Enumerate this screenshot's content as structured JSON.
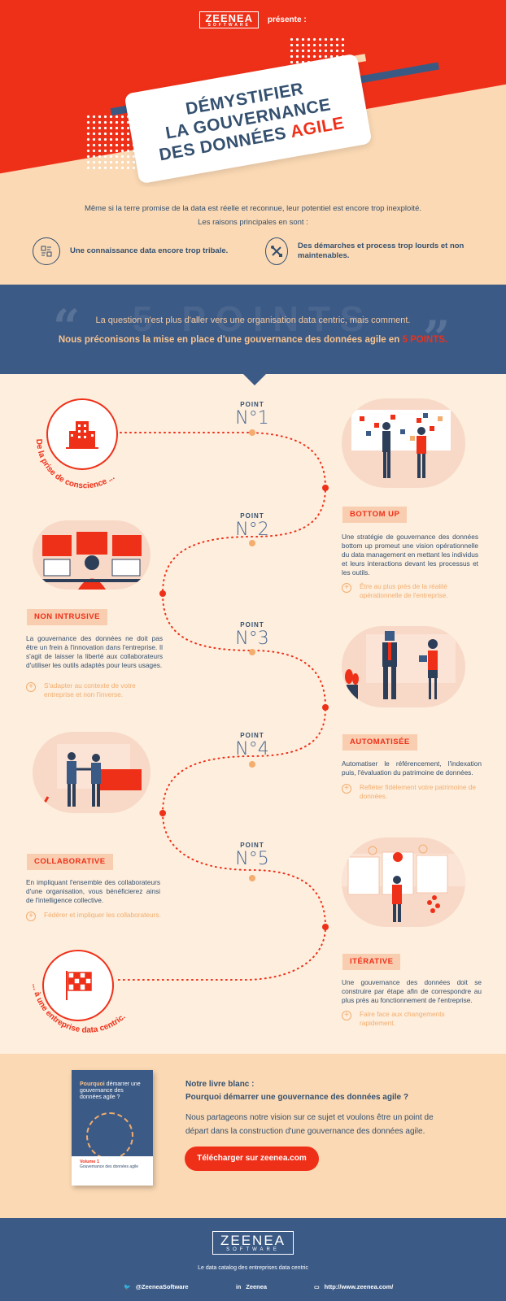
{
  "header": {
    "logo_text": "ZEENEA",
    "logo_sub": "SOFTWARE",
    "presents": "présente :",
    "title_line1": "DÉMYSTIFIER",
    "title_line2": "LA GOUVERNANCE",
    "title_line3": "DES DONNÉES",
    "title_accent": "AGILE"
  },
  "intro": {
    "line1": "Même si la terre promise de la data est réelle et reconnue, leur potentiel est encore trop inexploité.",
    "line2": "Les raisons principales en sont :",
    "reasons": [
      {
        "icon": "data-list-icon",
        "text": "Une connaissance data encore trop tribale."
      },
      {
        "icon": "tools-icon",
        "text": "Des démarches et process trop lourds et non maintenables."
      }
    ]
  },
  "band": {
    "bg_word": "5 POINTS",
    "question": "La question n'est plus d'aller vers une organisation data centric, mais comment.",
    "recommend": "Nous préconisons la mise en place d'une gouvernance des données agile en",
    "recommend_accent": "5 POINTS."
  },
  "journey": {
    "start_label": "De la prise de conscience ...",
    "end_label": "... à une entreprise data centric."
  },
  "points": [
    {
      "label": "POINT",
      "number": "N°1",
      "badge": "BOTTOM UP",
      "text": "Une stratégie de gouvernance des données bottom up promeut une vision opérationnelle du data management en mettant les individus et leurs interactions devant les processus et les outils.",
      "tip": "Être au plus près de la réalité opérationnelle de l'entreprise."
    },
    {
      "label": "POINT",
      "number": "N°2",
      "badge": "NON INTRUSIVE",
      "text": "La gouvernance des données ne doit pas être un frein à l'innovation dans l'entreprise. Il s'agit de laisser la liberté aux collaborateurs d'utiliser les outils adaptés pour leurs usages.",
      "tip": "S'adapter au contexte de votre entreprise et non l'inverse."
    },
    {
      "label": "POINT",
      "number": "N°3",
      "badge": "AUTOMATISÉE",
      "text": "Automatiser le référencement, l'indexation puis, l'évaluation du patrimoine de données.",
      "tip": "Refléter fidèlement votre patrimoine de données."
    },
    {
      "label": "POINT",
      "number": "N°4",
      "badge": "COLLABORATIVE",
      "text": "En impliquant l'ensemble des collaborateurs d'une organisation, vous bénéficierez ainsi de l'intelligence collective.",
      "tip": "Fédérer et impliquer les collaborateurs."
    },
    {
      "label": "POINT",
      "number": "N°5",
      "badge": "ITÉRATIVE",
      "text": "Une gouvernance des données doit se construire par étape afin de correspondre au plus près au fonctionnement de l'entreprise.",
      "tip": "Faire face aux changements rapidement."
    }
  ],
  "cta": {
    "book_title_accent": "Pourquoi",
    "book_title": "démarrer une gouvernance des données agile ?",
    "book_volume": "Volume 1",
    "book_sub": "Gouvernance des données agile",
    "heading": "Notre livre blanc :",
    "subheading": "Pourquoi démarrer une gouvernance des données agile ?",
    "description": "Nous partageons notre vision sur ce sujet et voulons être un point de départ dans la construction d'une gouvernance des données agile.",
    "button": "Télécharger sur zeenea.com"
  },
  "footer": {
    "logo_text": "ZEENEA",
    "logo_sub": "SOFTWARE",
    "tagline": "Le data catalog des entreprises data centric",
    "links": [
      {
        "icon": "twitter-icon",
        "glyph": "🐦",
        "text": "@ZeeneaSoftware"
      },
      {
        "icon": "linkedin-icon",
        "glyph": "in",
        "text": "Zeenea"
      },
      {
        "icon": "monitor-icon",
        "glyph": "▭",
        "text": "http://www.zeenea.com/"
      }
    ]
  },
  "colors": {
    "red": "#ef3019",
    "navy": "#34506f",
    "band_blue": "#3b5a86",
    "peach": "#fbd9b4",
    "cream": "#fdeedd",
    "orange_tip": "#f3ad6e"
  }
}
